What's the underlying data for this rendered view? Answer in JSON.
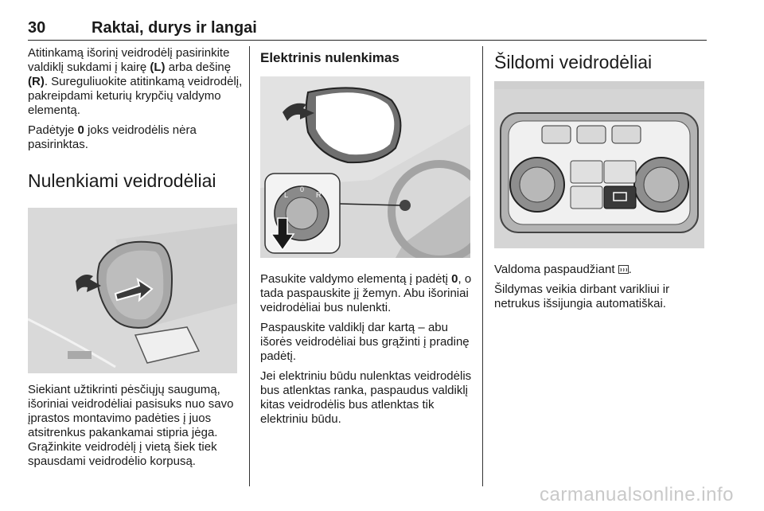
{
  "header": {
    "page_number": "30",
    "chapter_title": "Raktai, durys ir langai"
  },
  "col1": {
    "para1_a": "Atitinkamą išorinį veidrodėlį pasirinkite valdiklį sukdami į kairę ",
    "para1_b": "(L)",
    "para1_c": " arba dešinę ",
    "para1_d": "(R)",
    "para1_e": ". Sureguliuokite atitinkamą veidrodėlį, pakreipdami keturių krypčių valdymo elementą.",
    "para2_a": "Padėtyje ",
    "para2_b": "0",
    "para2_c": " joks veidrodėlis nėra pasirinktas.",
    "heading": "Nulenkiami veidrodėliai",
    "para3": "Siekiant užtikrinti pėsčiųjų saugumą, išoriniai veidrodėliai pasisuks nuo savo įprastos montavimo padėties į juos atsitrenkus pakankamai stipria jėga. Grąžinkite veidrodėlį į vietą šiek tiek spausdami veidrodėlio korpusą."
  },
  "col2": {
    "heading": "Elektrinis nulenkimas",
    "para1_a": "Pasukite valdymo elementą į padėtį ",
    "para1_b": "0",
    "para1_c": ", o tada paspauskite jį žemyn. Abu išoriniai veidrodėliai bus nulenkti.",
    "para2": "Paspauskite valdiklį dar kartą – abu išorės veidrodėliai bus grąžinti į pradinę padėtį.",
    "para3": "Jei elektriniu būdu nulenktas veidrodėlis bus atlenktas ranka, paspaudus valdiklį kitas veidrodėlis bus atlenktas tik elektriniu būdu."
  },
  "col3": {
    "heading": "Šildomi veidrodėliai",
    "para1_a": "Valdoma paspaudžiant ",
    "para1_icon": "heated-mirror-icon",
    "para1_b": ".",
    "para2": "Šildymas veikia dirbant varikliui ir netrukus išsijungia automatiškai."
  },
  "figures": {
    "fig2_labels": {
      "left": "L",
      "zero": "0",
      "right": "R"
    }
  },
  "watermark": "carmanualsonline.info"
}
